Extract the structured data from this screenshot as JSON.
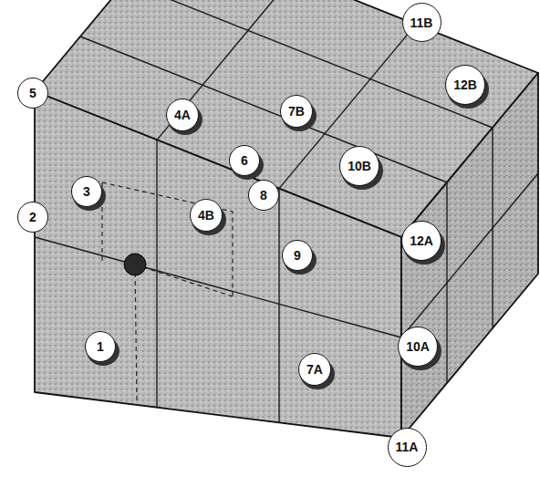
{
  "diagram": {
    "labels": [
      "11B",
      "7B",
      "12B",
      "4A",
      "5",
      "6",
      "10B",
      "8",
      "3",
      "12A",
      "2",
      "4B",
      "9",
      "1",
      "10A",
      "7A",
      "11A"
    ]
  }
}
